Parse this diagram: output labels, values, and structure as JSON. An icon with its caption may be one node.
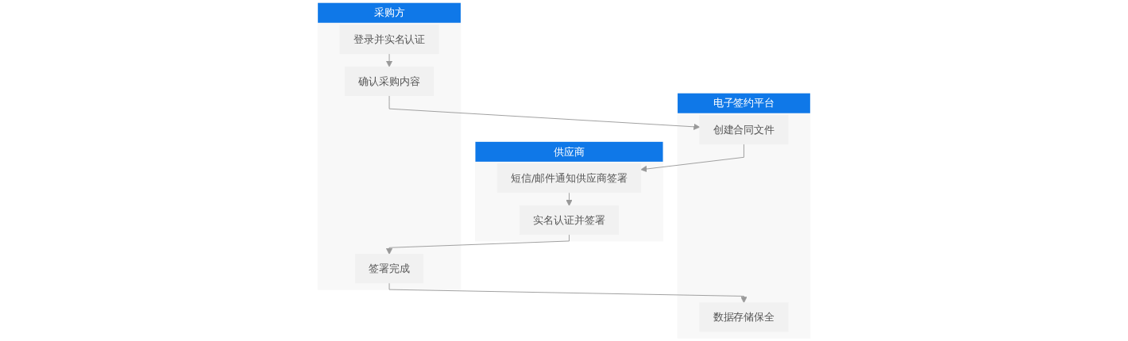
{
  "diagram": {
    "nodes": [
      {
        "text": [
          "采购方"
        ]
      },
      {
        "text": [
          "登录并实名认证"
        ],
        "in": 0
      },
      {
        "text": [
          "确认采购内容"
        ],
        "in": 0
      },
      {
        "text": [
          "签署完成"
        ],
        "in": 0
      },
      {
        "text": [
          "电子签约平台"
        ]
      },
      {
        "text": [
          "创建合同文件"
        ],
        "in": 4
      },
      {
        "text": [
          "数据存储保全"
        ],
        "in": 4
      },
      {
        "text": [
          "供应商"
        ]
      },
      {
        "text": [
          "短信/邮件通知供应商签署"
        ],
        "in": 7
      },
      {
        "text": [
          "实名认证并签署"
        ],
        "in": 7
      }
    ],
    "edges": [
      {
        "from": 1,
        "to": 2,
        "arrow": "to"
      },
      {
        "from": 2,
        "to": 5,
        "arrow": "to"
      },
      {
        "from": 5,
        "to": 8,
        "arrow": "to"
      },
      {
        "from": 8,
        "to": 9,
        "arrow": "to"
      },
      {
        "from": 9,
        "to": 3,
        "arrow": "to"
      },
      {
        "from": 3,
        "to": 6,
        "arrow": "to"
      }
    ]
  }
}
